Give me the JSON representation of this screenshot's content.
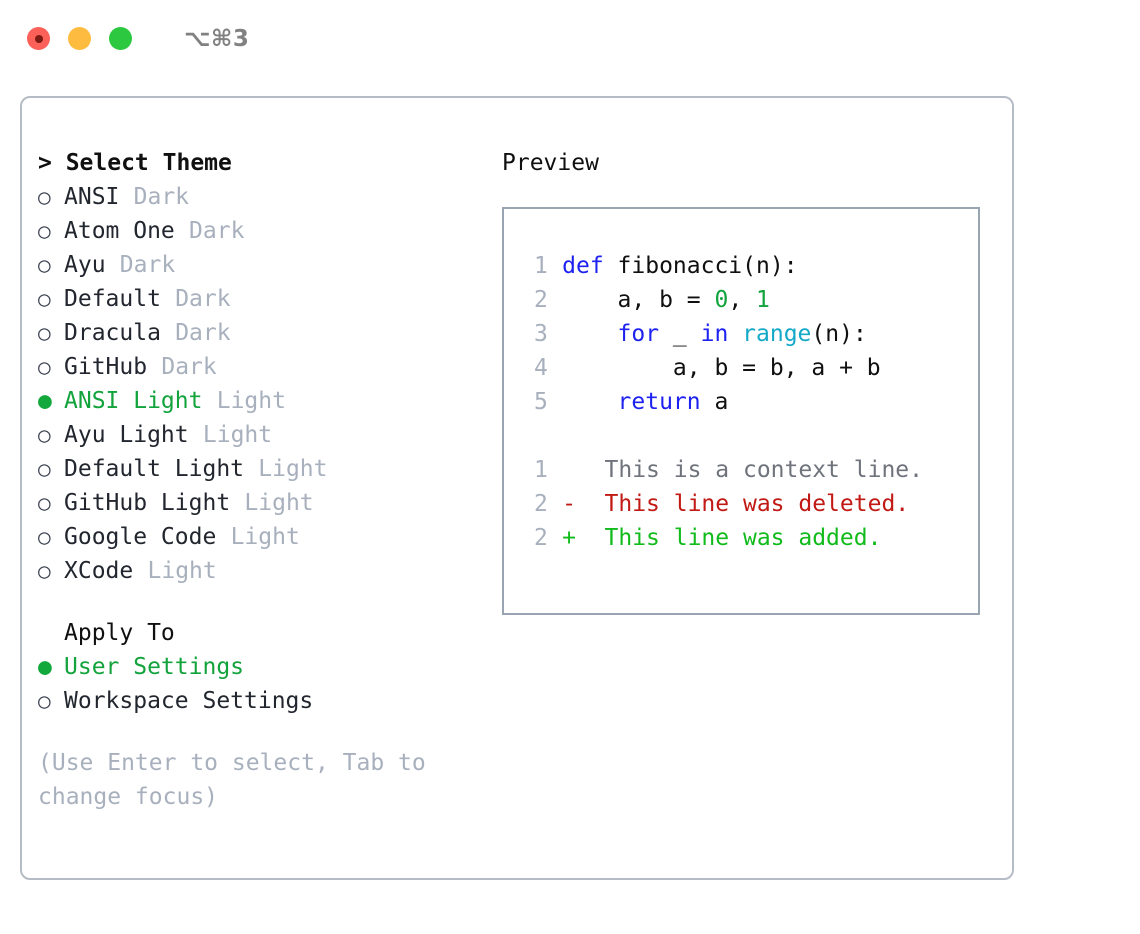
{
  "window": {
    "shortcut_label": "⌥⌘3",
    "traffic_lights": [
      "close-red",
      "minimize-yellow",
      "zoom-green"
    ]
  },
  "theme_selector": {
    "heading": "> Select Theme",
    "bullet_unselected": "○",
    "bullet_selected": "●",
    "items": [
      {
        "label": "ANSI",
        "badge": "Dark",
        "selected": false
      },
      {
        "label": "Atom One",
        "badge": "Dark",
        "selected": false
      },
      {
        "label": "Ayu",
        "badge": "Dark",
        "selected": false
      },
      {
        "label": "Default",
        "badge": "Dark",
        "selected": false
      },
      {
        "label": "Dracula",
        "badge": "Dark",
        "selected": false
      },
      {
        "label": "GitHub",
        "badge": "Dark",
        "selected": false
      },
      {
        "label": "ANSI Light",
        "badge": "Light",
        "selected": true
      },
      {
        "label": "Ayu Light",
        "badge": "Light",
        "selected": false
      },
      {
        "label": "Default Light",
        "badge": "Light",
        "selected": false
      },
      {
        "label": "GitHub Light",
        "badge": "Light",
        "selected": false
      },
      {
        "label": "Google Code",
        "badge": "Light",
        "selected": false
      },
      {
        "label": "XCode",
        "badge": "Light",
        "selected": false
      }
    ]
  },
  "apply_to": {
    "heading": "Apply To",
    "items": [
      {
        "label": "User Settings",
        "selected": true
      },
      {
        "label": "Workspace Settings",
        "selected": false
      }
    ]
  },
  "hint": "(Use Enter to select, Tab to change focus)",
  "preview": {
    "heading": "Preview",
    "code_lines": [
      {
        "number": "1",
        "tokens": [
          {
            "text": "def ",
            "kind": "kw"
          },
          {
            "text": "fibonacci",
            "kind": "id"
          },
          {
            "text": "(n):",
            "kind": "punct"
          }
        ]
      },
      {
        "number": "2",
        "tokens": [
          {
            "text": "    a, b = ",
            "kind": "id"
          },
          {
            "text": "0",
            "kind": "num"
          },
          {
            "text": ", ",
            "kind": "punct"
          },
          {
            "text": "1",
            "kind": "num"
          }
        ]
      },
      {
        "number": "3",
        "tokens": [
          {
            "text": "    for ",
            "kind": "kw"
          },
          {
            "text": "_ ",
            "kind": "id"
          },
          {
            "text": "in ",
            "kind": "kw"
          },
          {
            "text": "range",
            "kind": "fn"
          },
          {
            "text": "(n):",
            "kind": "punct"
          }
        ]
      },
      {
        "number": "4",
        "tokens": [
          {
            "text": "        a, b = b, a + b",
            "kind": "id"
          }
        ]
      },
      {
        "number": "5",
        "tokens": [
          {
            "text": "    return ",
            "kind": "kw"
          },
          {
            "text": "a",
            "kind": "id"
          }
        ]
      }
    ],
    "diff_lines": [
      {
        "number": "1",
        "marker": " ",
        "text": " This is a context line.",
        "kind": "ctx"
      },
      {
        "number": "2",
        "marker": "-",
        "text": " This line was deleted.",
        "kind": "del"
      },
      {
        "number": "2",
        "marker": "+",
        "text": " This line was added.",
        "kind": "add"
      }
    ]
  },
  "colors": {
    "accent_green": "#12a33c",
    "muted": "#a8b0bd",
    "keyword_blue": "#1e22f0",
    "function_cyan": "#13a8c8",
    "number_green": "#12a33c",
    "diff_deleted": "#c11a14",
    "diff_added": "#12bb1c",
    "panel_border": "#b6bcc6",
    "preview_border": "#9aa5b4"
  }
}
